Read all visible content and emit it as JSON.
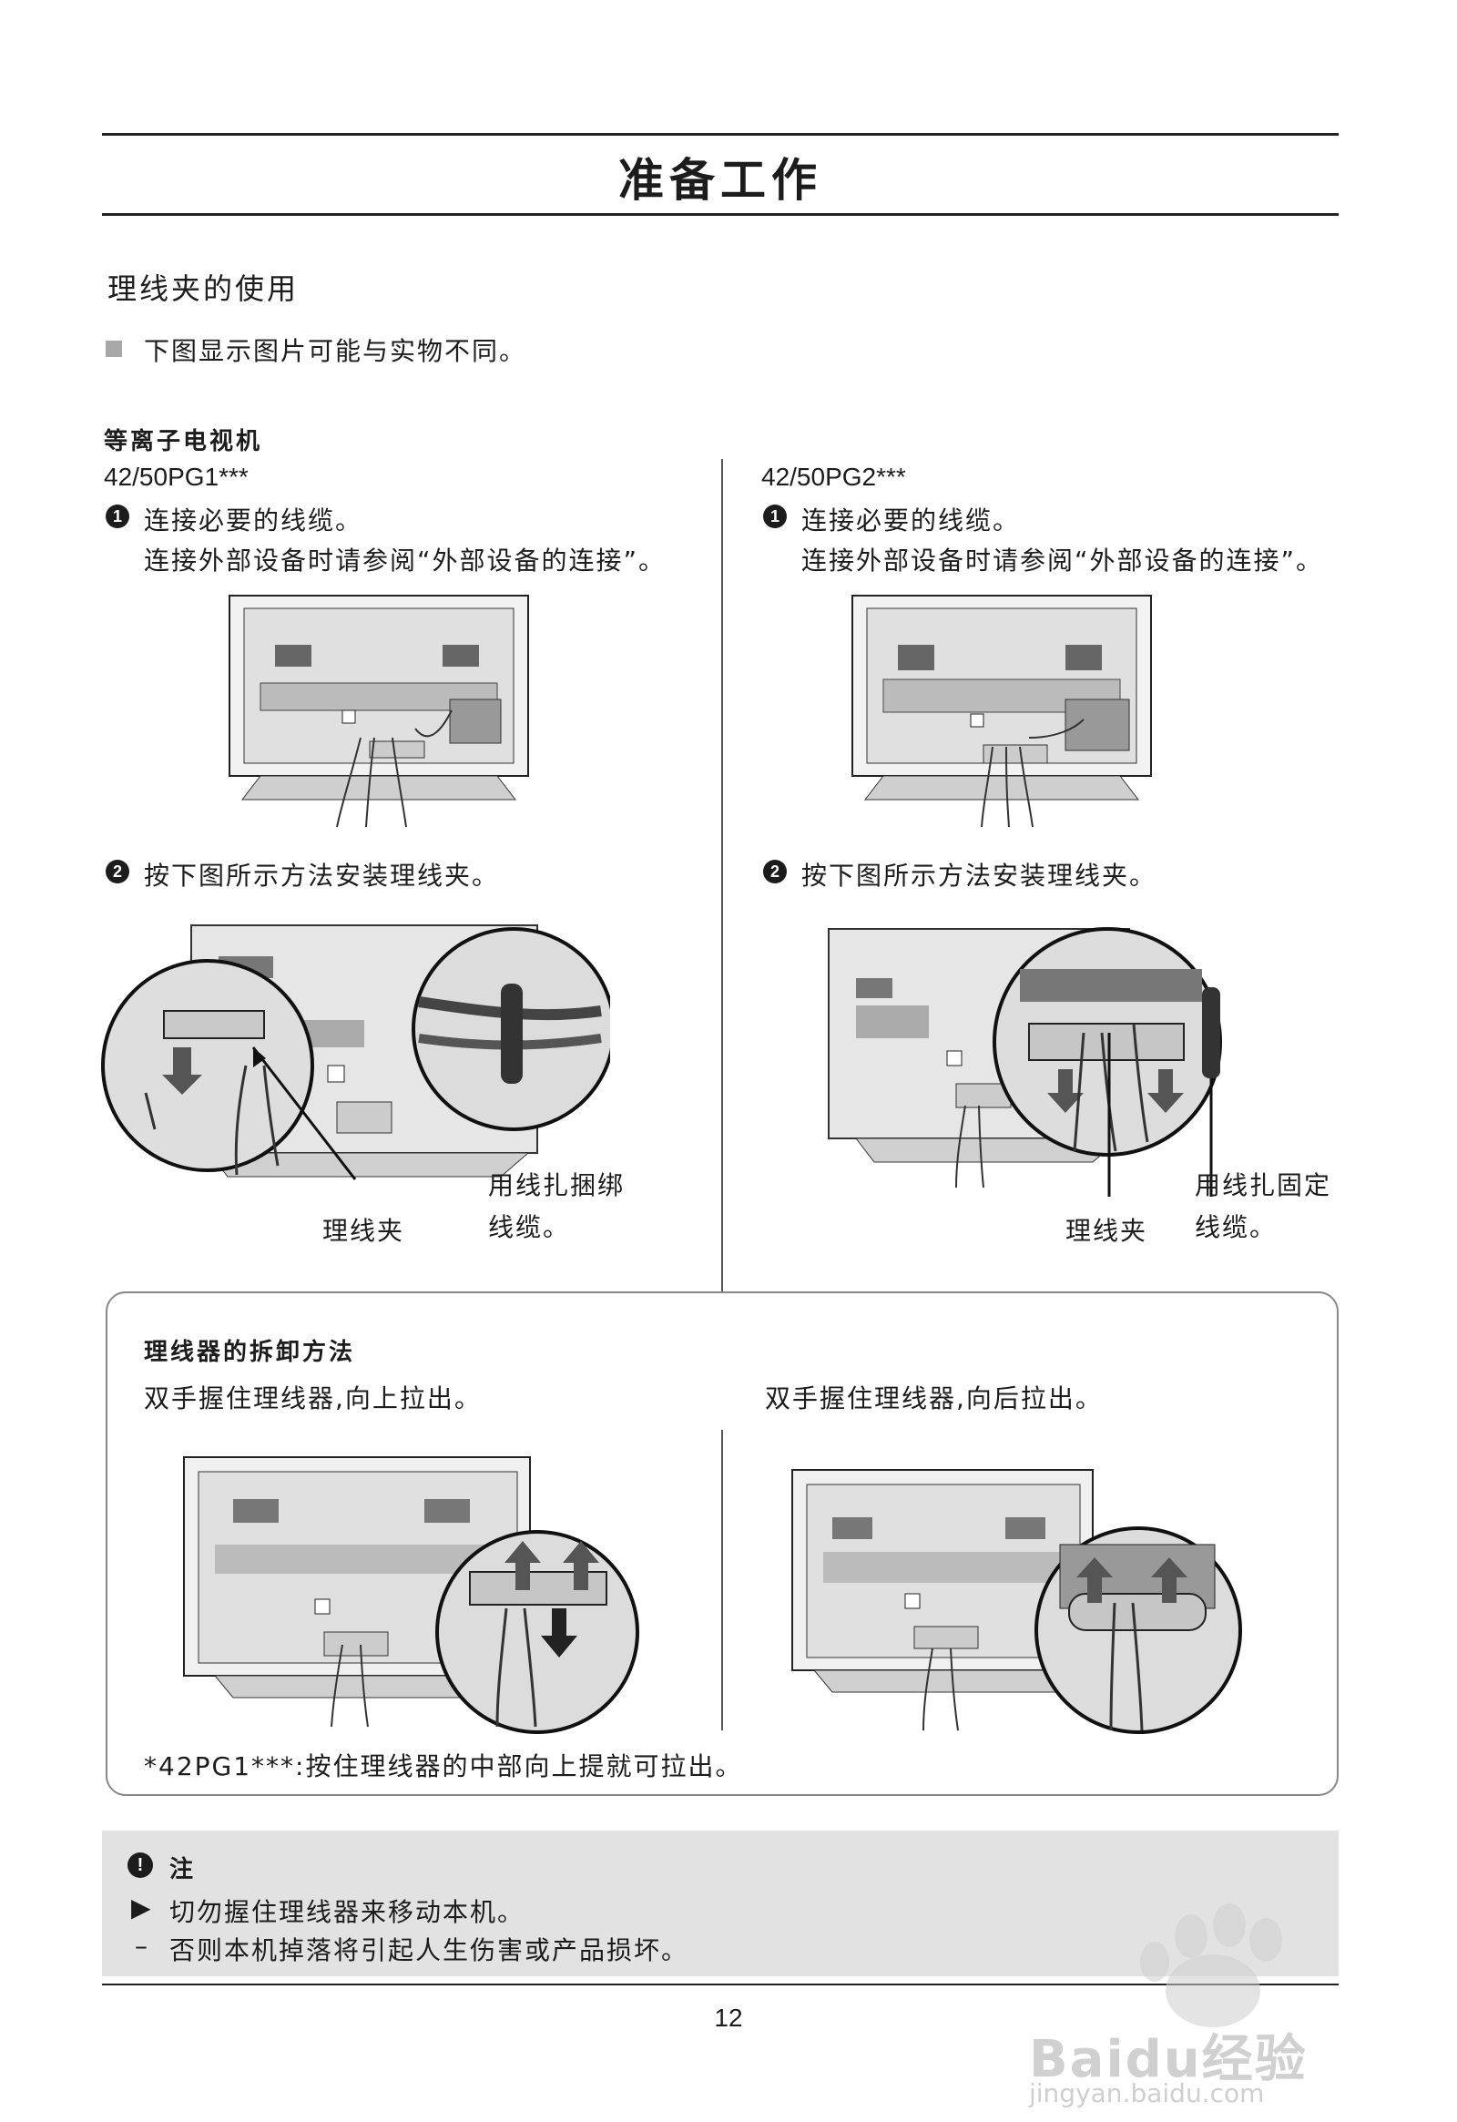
{
  "page": {
    "title": "准备工作",
    "section_title": "理线夹的使用",
    "intro_note": "下图显示图片可能与实物不同。",
    "category": "等离子电视机",
    "page_number": "12"
  },
  "left_column": {
    "model": "42/50PG1***",
    "step1_number": "1",
    "step1_line1": "连接必要的线缆。",
    "step1_line2": "连接外部设备时请参阅“外部设备的连接”。",
    "step2_number": "2",
    "step2_text": "按下图所示方法安装理线夹。",
    "label_clip": "理线夹",
    "label_tie_line1": "用线扎捆绑",
    "label_tie_line2": "线缆。"
  },
  "right_column": {
    "model": "42/50PG2***",
    "step1_number": "1",
    "step1_line1": "连接必要的线缆。",
    "step1_line2": "连接外部设备时请参阅“外部设备的连接”。",
    "step2_number": "2",
    "step2_text": "按下图所示方法安装理线夹。",
    "label_clip": "理线夹",
    "label_tie_line1": "用线扎固定",
    "label_tie_line2": "线缆。"
  },
  "removal": {
    "title": "理线器的拆卸方法",
    "left_text": "双手握住理线器,向上拉出。",
    "right_text": "双手握住理线器,向后拉出。",
    "footnote": "*42PG1***:按住理线器的中部向上提就可拉出。"
  },
  "note": {
    "heading": "注",
    "bullet_marker": "▶",
    "line1": "切勿握住理线器来移动本机。",
    "dash_marker": "–",
    "line2": "否则本机掉落将引起人生伤害或产品损坏。"
  },
  "watermark": {
    "brand": "Baidu经验",
    "url": "jingyan.baidu.com"
  }
}
